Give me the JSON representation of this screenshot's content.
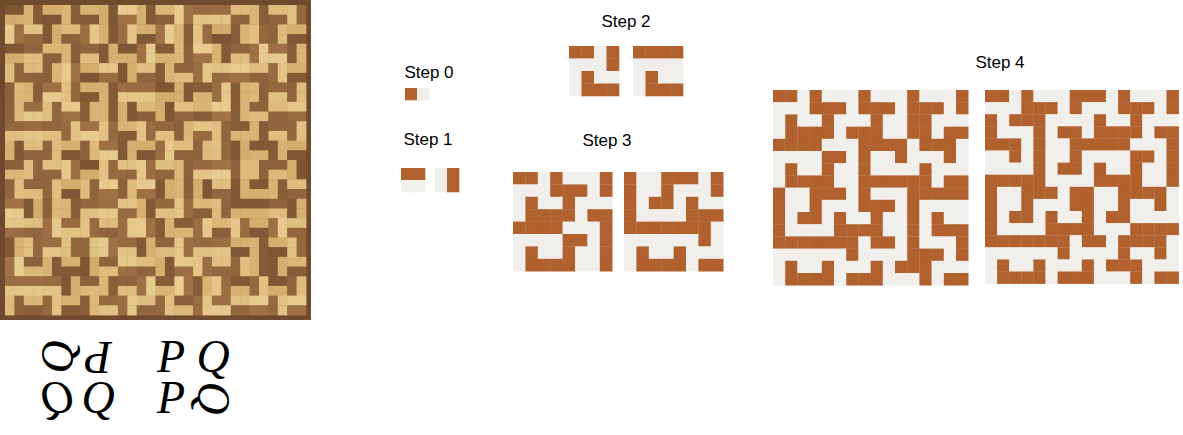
{
  "diagram": {
    "labels": [
      "Step 0",
      "Step 1",
      "Step 2",
      "Step 3",
      "Step 4",
      "Q",
      "P",
      "Q",
      "Q",
      "P",
      "Q",
      "P",
      "Q"
    ]
  }
}
